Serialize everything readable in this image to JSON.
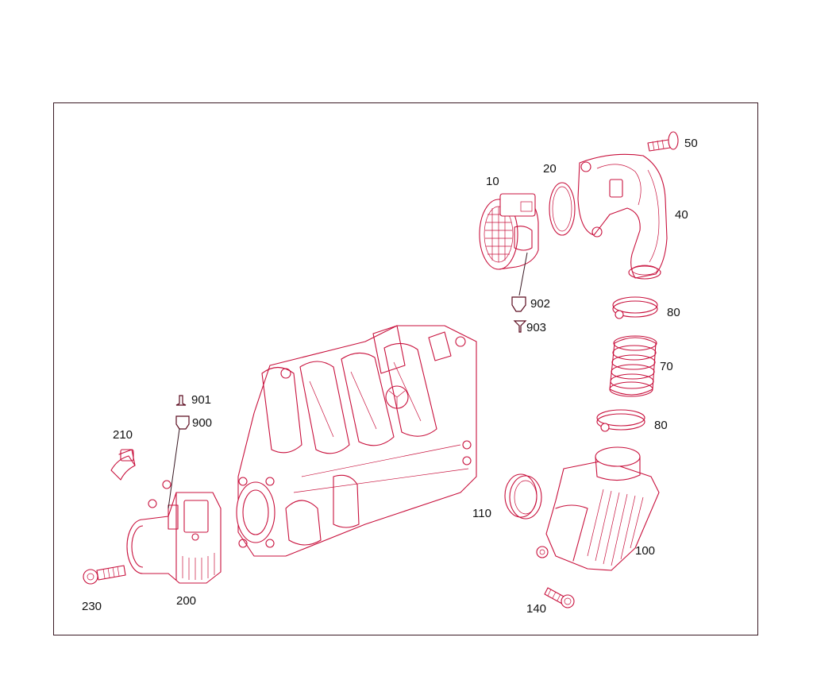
{
  "diagram": {
    "callouts": [
      {
        "id": "c10",
        "label": "10"
      },
      {
        "id": "c20",
        "label": "20"
      },
      {
        "id": "c40",
        "label": "40"
      },
      {
        "id": "c50",
        "label": "50"
      },
      {
        "id": "c70",
        "label": "70"
      },
      {
        "id": "c80a",
        "label": "80"
      },
      {
        "id": "c80b",
        "label": "80"
      },
      {
        "id": "c100",
        "label": "100"
      },
      {
        "id": "c110",
        "label": "110"
      },
      {
        "id": "c140",
        "label": "140"
      },
      {
        "id": "c200",
        "label": "200"
      },
      {
        "id": "c210",
        "label": "210"
      },
      {
        "id": "c230",
        "label": "230"
      },
      {
        "id": "c900",
        "label": "900"
      },
      {
        "id": "c901",
        "label": "901"
      },
      {
        "id": "c902",
        "label": "902"
      },
      {
        "id": "c903",
        "label": "903"
      }
    ],
    "colors": {
      "part_stroke": "#c8103c",
      "frame": "#3a1a24",
      "label": "#111111"
    }
  }
}
